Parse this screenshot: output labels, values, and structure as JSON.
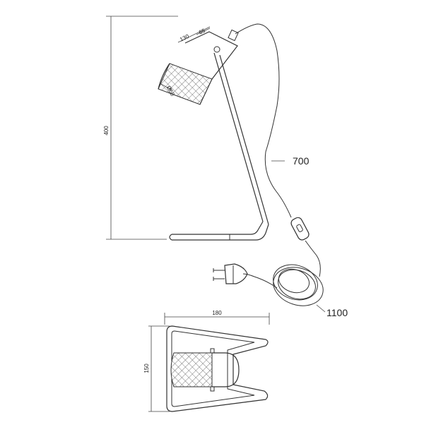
{
  "dimensions": {
    "height": "400",
    "shade_length": "130",
    "shade_cap": "65",
    "shade_diameter": "Ø60",
    "cable_length": "700",
    "cord_length": "1100",
    "base_width": "180",
    "base_depth": "150"
  },
  "colors": {
    "line": "#333333",
    "background": "#ffffff"
  },
  "icons": [
    "plug-icon",
    "switch-icon"
  ]
}
